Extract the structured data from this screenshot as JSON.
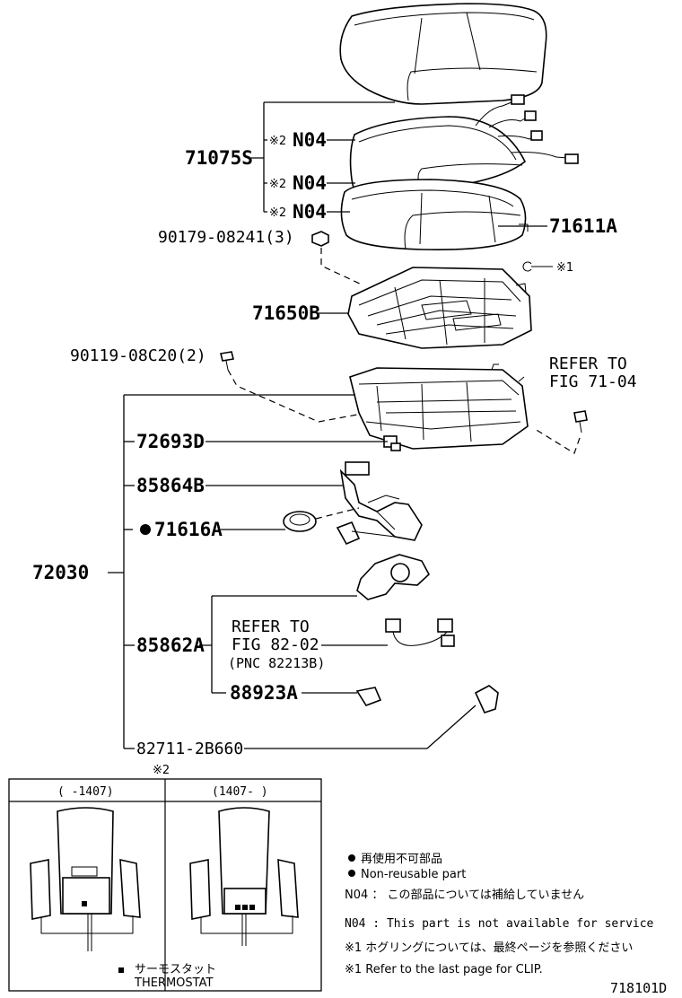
{
  "parts": {
    "p71075S": "71075S",
    "n04_a": "N04",
    "n04_b": "N04",
    "n04_c": "N04",
    "note2_mark_a": "※2",
    "note2_mark_b": "※2",
    "note2_mark_c": "※2",
    "p71611A": "71611A",
    "p90179": "90179-08241(3)",
    "note1_mark": "※1",
    "p71650B": "71650B",
    "p90119": "90119-08C20(2)",
    "refer_fig71_line1": "REFER TO",
    "refer_fig71_line2": "FIG 71-04",
    "p72693D": "72693D",
    "p85864B": "85864B",
    "p71616A": "71616A",
    "p72030": "72030",
    "refer_fig82_line1": "REFER TO",
    "refer_fig82_line2": "FIG 82-02",
    "pnc": "(PNC 82213B)",
    "p85862A": "85862A",
    "p88923A": "88923A",
    "p82711": "82711-2B660"
  },
  "inset": {
    "title": "※2",
    "left_header": "(    -1407)",
    "right_header": "(1407-    )"
  },
  "legend": {
    "nonreusable_jp": "再使用不可部品",
    "nonreusable_en": "Non-reusable part",
    "n04_jp": "N04 ： この部品については補給していません",
    "n04_en": "N04 : This part is not available for service",
    "note1_jp": "※1  ホグリングについては、最終ページを参照ください",
    "note1_en": "※1  Refer to the last page for CLIP.",
    "thermostat_jp": "サーモスタット",
    "thermostat_en": "THERMOSTAT"
  },
  "figure_id": "718101D"
}
